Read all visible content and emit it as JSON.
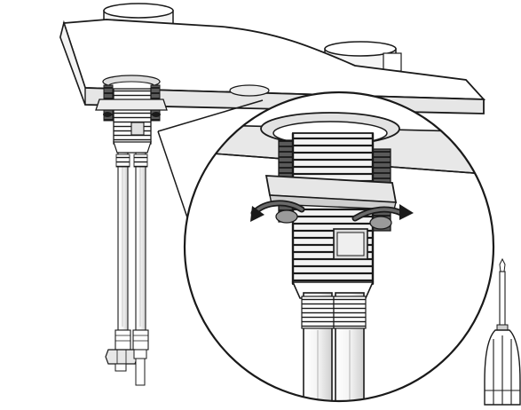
{
  "diagram": {
    "parts": [
      {
        "id": "countertop",
        "icon": "countertop-slab"
      },
      {
        "id": "faucet-mount",
        "icon": "threaded-shank"
      },
      {
        "id": "supply-hoses",
        "icon": "flex-hose-pair"
      },
      {
        "id": "detail-magnifier",
        "icon": "zoom-circle"
      },
      {
        "id": "mounting-nut",
        "icon": "wing-bracket"
      },
      {
        "id": "rotation-arrows",
        "icon": "clockwise-arrow"
      },
      {
        "id": "screwdriver",
        "icon": "phillips-screwdriver"
      }
    ],
    "colors": {
      "outline": "#1a1a1a",
      "surface": "#ffffff",
      "shade": "#d9d9d9",
      "dark": "#4a4a4a"
    }
  }
}
